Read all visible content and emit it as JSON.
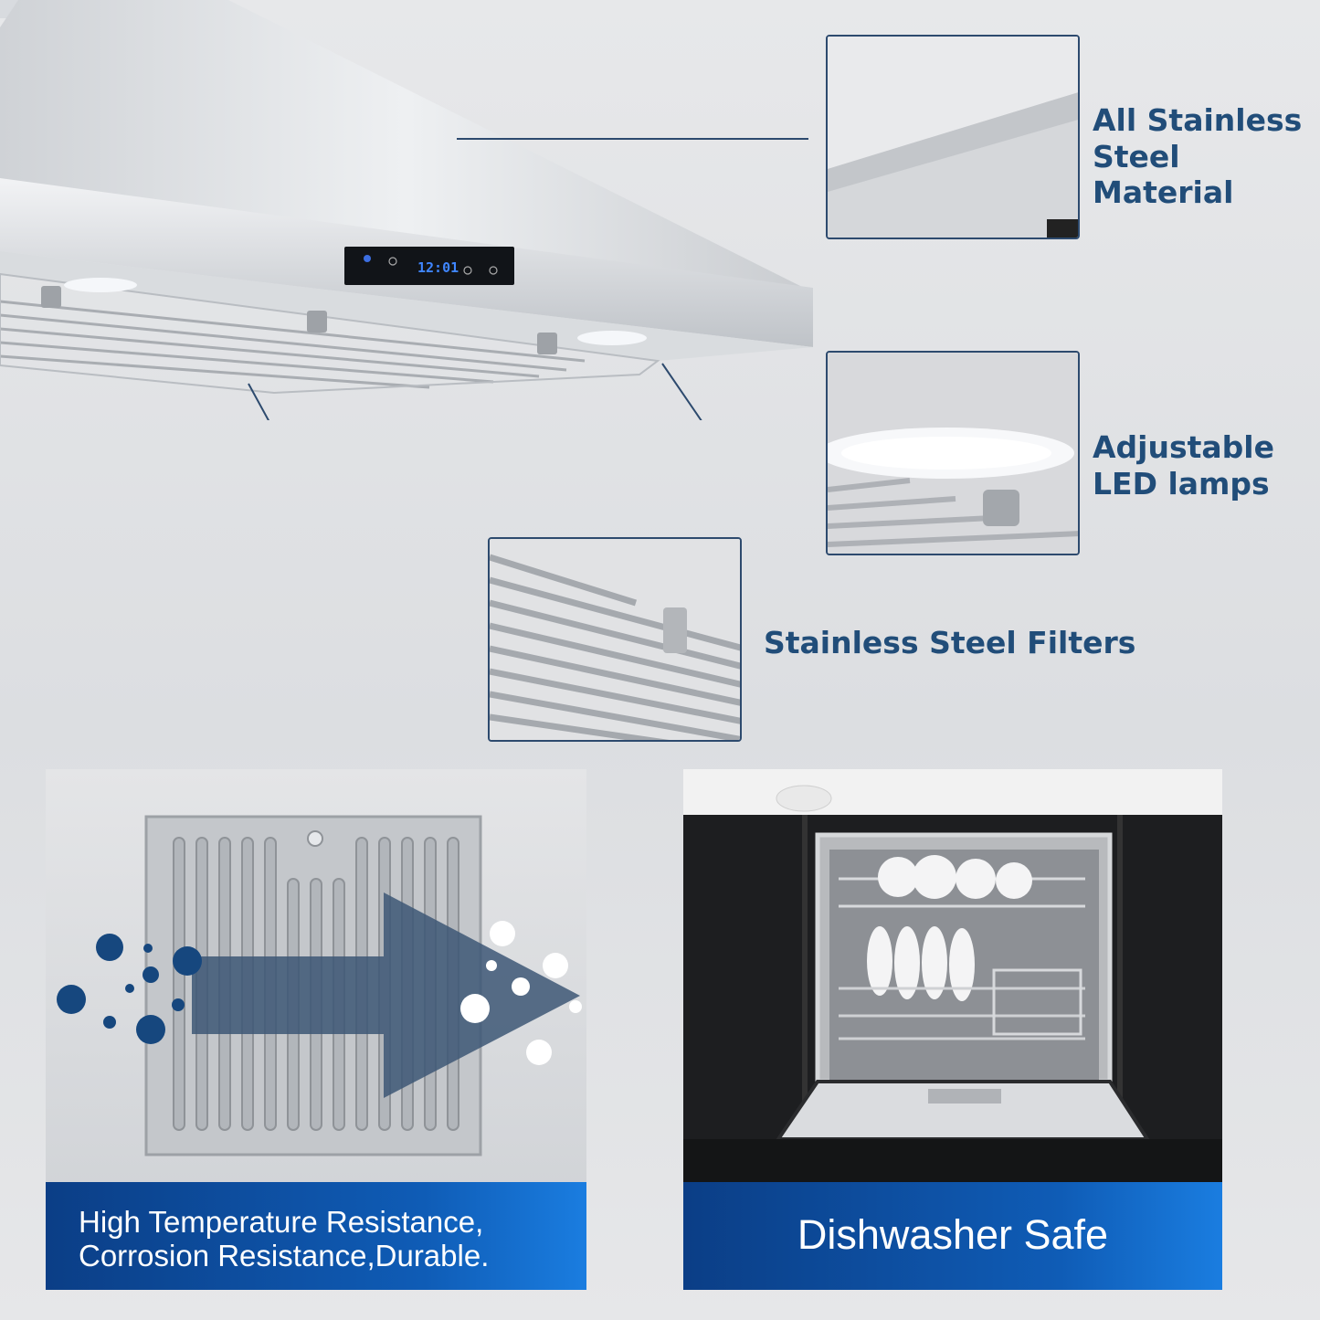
{
  "callouts": [
    {
      "label": "All Stainless\nSteel Material"
    },
    {
      "label": "Adjustable\nLED lamps"
    },
    {
      "label": "Stainless Steel Filters"
    }
  ],
  "display": {
    "time": "12:01"
  },
  "panels": [
    {
      "caption": "High Temperature Resistance,\nCorrosion Resistance,Durable."
    },
    {
      "caption": "Dishwasher Safe"
    }
  ],
  "colors": {
    "accent_text": "#214d79",
    "banner": "#0f5cb6",
    "arrow": "#3d5775",
    "particles": "#16477e"
  }
}
